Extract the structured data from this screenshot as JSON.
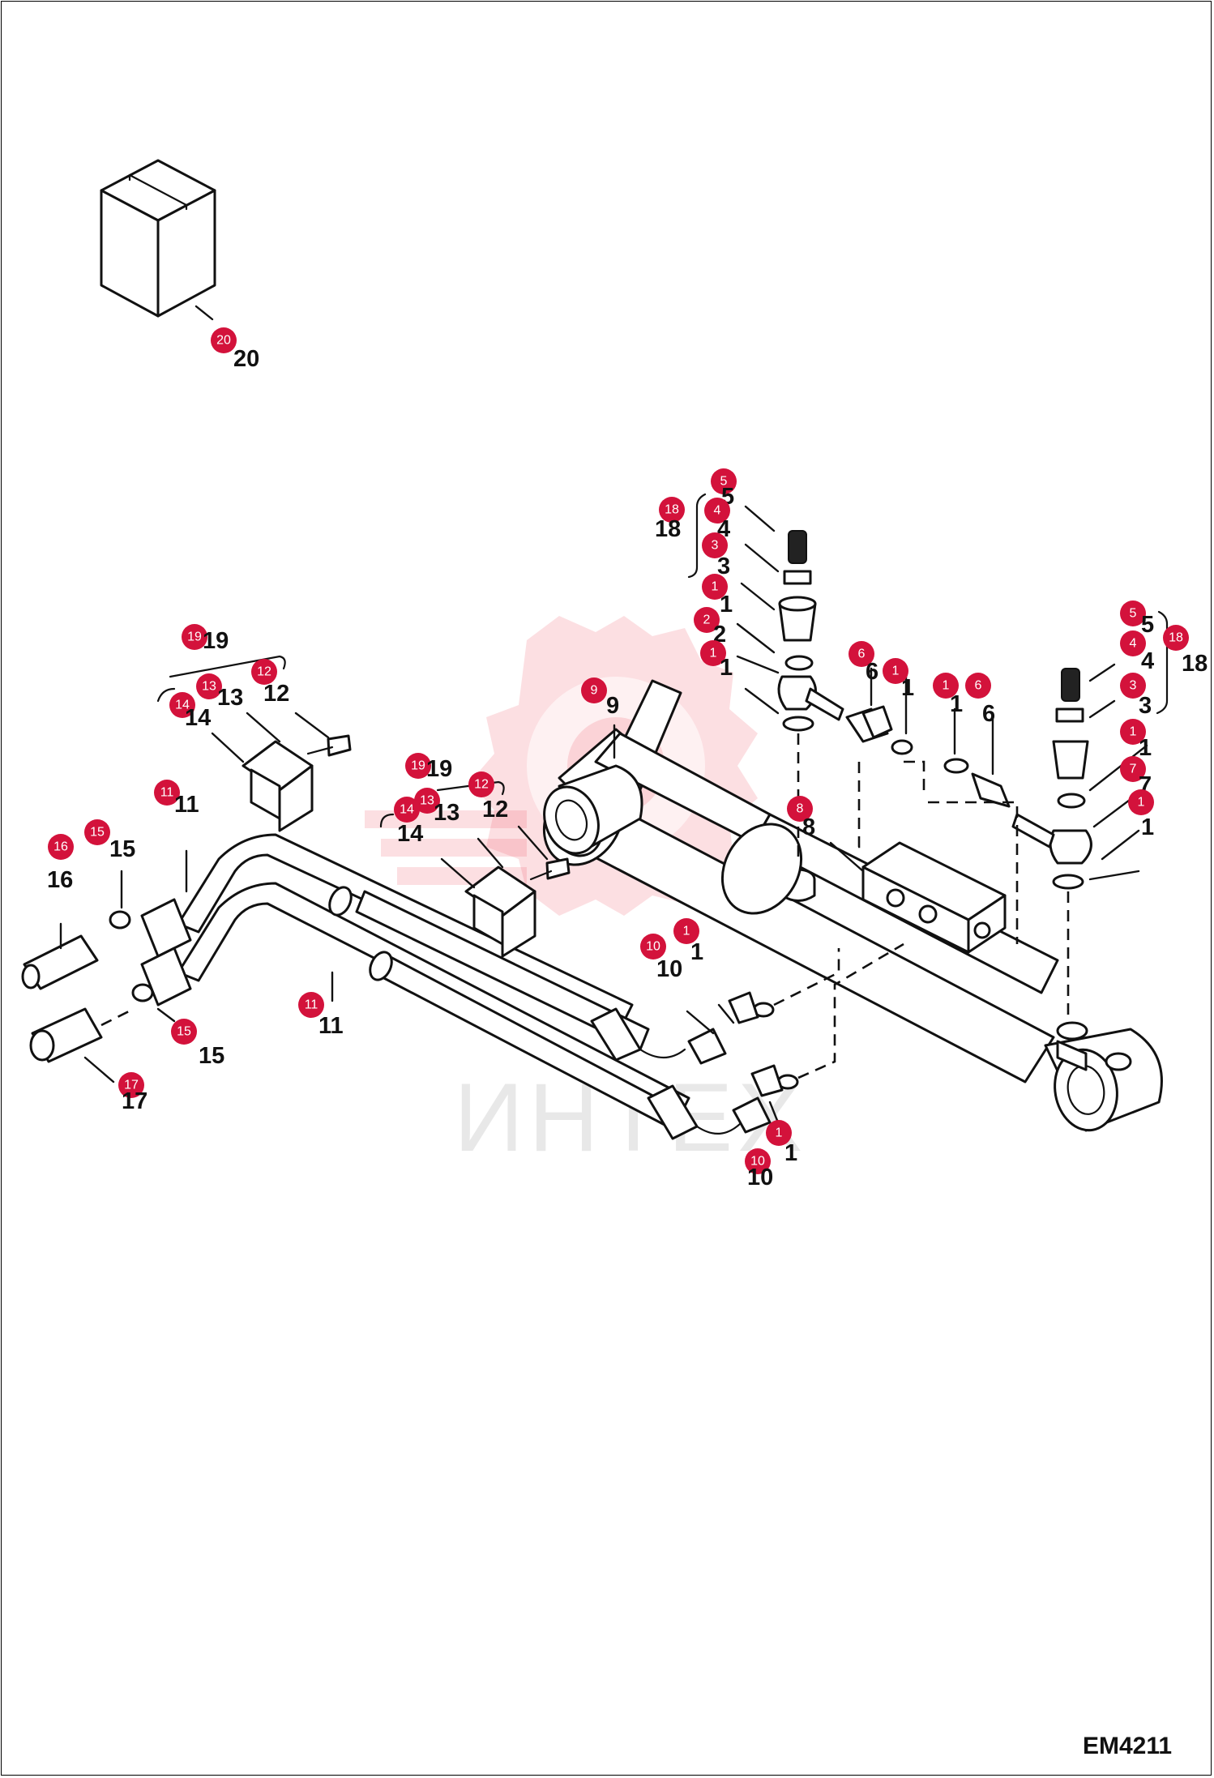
{
  "drawing_code": "EM4211",
  "watermark_text": "ИНТЕХ",
  "callouts": [
    {
      "id": "c20",
      "badge": "20",
      "label": "20"
    },
    {
      "id": "c18a",
      "badge": "18",
      "label": "18"
    },
    {
      "id": "c5a",
      "badge": "5",
      "label": "5"
    },
    {
      "id": "c4a",
      "badge": "4",
      "label": "4"
    },
    {
      "id": "c3a",
      "badge": "3",
      "label": "3"
    },
    {
      "id": "c1a",
      "badge": "1",
      "label": "1"
    },
    {
      "id": "c2a",
      "badge": "2",
      "label": "2"
    },
    {
      "id": "c1b",
      "badge": "1",
      "label": "1"
    },
    {
      "id": "c6a",
      "badge": "6",
      "label": "6"
    },
    {
      "id": "c1c",
      "badge": "1",
      "label": "1"
    },
    {
      "id": "c1d",
      "badge": "1",
      "label": "1"
    },
    {
      "id": "c6b",
      "badge": "6",
      "label": "6"
    },
    {
      "id": "c5b",
      "badge": "5",
      "label": "5"
    },
    {
      "id": "c18b",
      "badge": "18",
      "label": "18"
    },
    {
      "id": "c4b",
      "badge": "4",
      "label": "4"
    },
    {
      "id": "c3b",
      "badge": "3",
      "label": "3"
    },
    {
      "id": "c1e",
      "badge": "1",
      "label": "1"
    },
    {
      "id": "c7",
      "badge": "7",
      "label": "7"
    },
    {
      "id": "c1f",
      "badge": "1",
      "label": "1"
    },
    {
      "id": "c9",
      "badge": "9",
      "label": "9"
    },
    {
      "id": "c8",
      "badge": "8",
      "label": "8"
    },
    {
      "id": "c19a",
      "badge": "19",
      "label": "19"
    },
    {
      "id": "c12a",
      "badge": "12",
      "label": "12"
    },
    {
      "id": "c13a",
      "badge": "13",
      "label": "13"
    },
    {
      "id": "c14a",
      "badge": "14",
      "label": "14"
    },
    {
      "id": "c19b",
      "badge": "19",
      "label": "19"
    },
    {
      "id": "c12b",
      "badge": "12",
      "label": "12"
    },
    {
      "id": "c13b",
      "badge": "13",
      "label": "13"
    },
    {
      "id": "c14b",
      "badge": "14",
      "label": "14"
    },
    {
      "id": "c11a",
      "badge": "11",
      "label": "11"
    },
    {
      "id": "c15a",
      "badge": "15",
      "label": "15"
    },
    {
      "id": "c16",
      "badge": "16",
      "label": "16"
    },
    {
      "id": "c11b",
      "badge": "11",
      "label": "11"
    },
    {
      "id": "c15b",
      "badge": "15",
      "label": "15"
    },
    {
      "id": "c17",
      "badge": "17",
      "label": "17"
    },
    {
      "id": "c10a",
      "badge": "10",
      "label": "10"
    },
    {
      "id": "c1g",
      "badge": "1",
      "label": "1"
    },
    {
      "id": "c1h",
      "badge": "1",
      "label": "1"
    },
    {
      "id": "c10b",
      "badge": "10",
      "label": "10"
    }
  ]
}
